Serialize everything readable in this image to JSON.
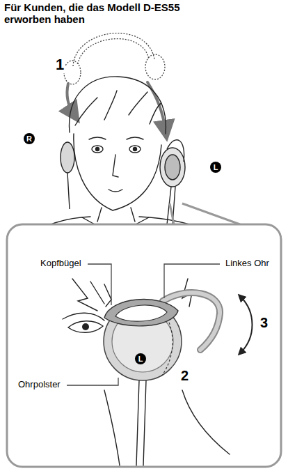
{
  "diagram": {
    "title": "Für Kunden, die das Modell D-ES55 erworben haben",
    "labels": [
      "1",
      "R",
      "L",
      "Kopfbügel",
      "Linkes Ohr",
      "3",
      "2",
      "L",
      "Ohrpolster"
    ]
  }
}
